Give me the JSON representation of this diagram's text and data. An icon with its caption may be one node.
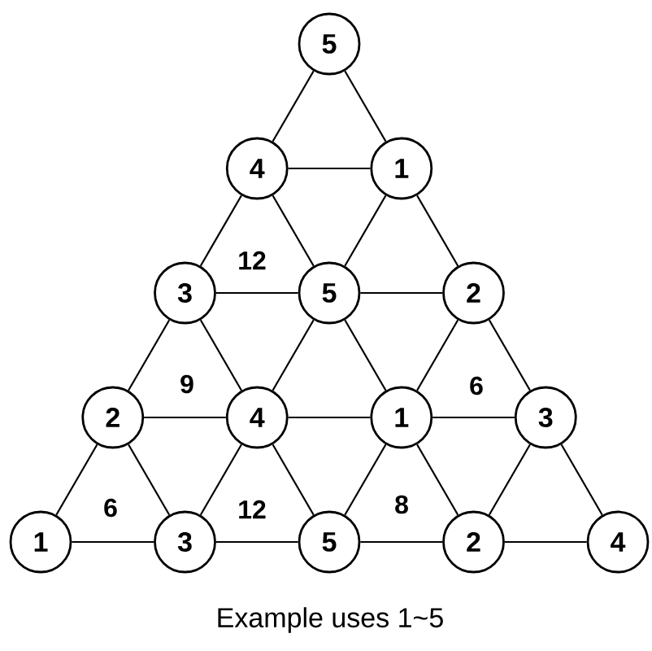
{
  "diagram": {
    "caption": "Example uses 1~5",
    "nodes": [
      {
        "text": [
          "5"
        ]
      },
      {
        "text": [
          "4"
        ]
      },
      {
        "text": [
          "1"
        ]
      },
      {
        "text": [
          "3"
        ]
      },
      {
        "text": [
          "5"
        ]
      },
      {
        "text": [
          "2"
        ]
      },
      {
        "text": [
          "2"
        ]
      },
      {
        "text": [
          "4"
        ]
      },
      {
        "text": [
          "1"
        ]
      },
      {
        "text": [
          "3"
        ]
      },
      {
        "text": [
          "1"
        ]
      },
      {
        "text": [
          "3"
        ]
      },
      {
        "text": [
          "5"
        ]
      },
      {
        "text": [
          "2"
        ]
      },
      {
        "text": [
          "4"
        ]
      }
    ],
    "edges": [
      {
        "from": 0,
        "to": 1,
        "arrow": "none"
      },
      {
        "from": 0,
        "to": 2,
        "arrow": "none"
      },
      {
        "from": 1,
        "to": 2,
        "arrow": "none"
      },
      {
        "from": 1,
        "to": 3,
        "arrow": "none"
      },
      {
        "from": 1,
        "to": 4,
        "arrow": "none"
      },
      {
        "from": 2,
        "to": 4,
        "arrow": "none"
      },
      {
        "from": 2,
        "to": 5,
        "arrow": "none"
      },
      {
        "from": 3,
        "to": 4,
        "arrow": "none"
      },
      {
        "from": 4,
        "to": 5,
        "arrow": "none"
      },
      {
        "from": 3,
        "to": 6,
        "arrow": "none"
      },
      {
        "from": 3,
        "to": 7,
        "arrow": "none"
      },
      {
        "from": 4,
        "to": 7,
        "arrow": "none"
      },
      {
        "from": 4,
        "to": 8,
        "arrow": "none"
      },
      {
        "from": 5,
        "to": 8,
        "arrow": "none"
      },
      {
        "from": 5,
        "to": 9,
        "arrow": "none"
      },
      {
        "from": 6,
        "to": 7,
        "arrow": "none"
      },
      {
        "from": 7,
        "to": 8,
        "arrow": "none"
      },
      {
        "from": 8,
        "to": 9,
        "arrow": "none"
      },
      {
        "from": 6,
        "to": 10,
        "arrow": "none"
      },
      {
        "from": 6,
        "to": 11,
        "arrow": "none"
      },
      {
        "from": 7,
        "to": 11,
        "arrow": "none"
      },
      {
        "from": 7,
        "to": 12,
        "arrow": "none"
      },
      {
        "from": 8,
        "to": 12,
        "arrow": "none"
      },
      {
        "from": 8,
        "to": 13,
        "arrow": "none"
      },
      {
        "from": 9,
        "to": 13,
        "arrow": "none"
      },
      {
        "from": 9,
        "to": 14,
        "arrow": "none"
      },
      {
        "from": 10,
        "to": 11,
        "arrow": "none"
      },
      {
        "from": 11,
        "to": 12,
        "arrow": "none"
      },
      {
        "from": 12,
        "to": 13,
        "arrow": "none"
      },
      {
        "from": 13,
        "to": 14,
        "arrow": "none"
      }
    ],
    "labels": [
      "12",
      "9",
      "6",
      "6",
      "12",
      "8"
    ]
  }
}
